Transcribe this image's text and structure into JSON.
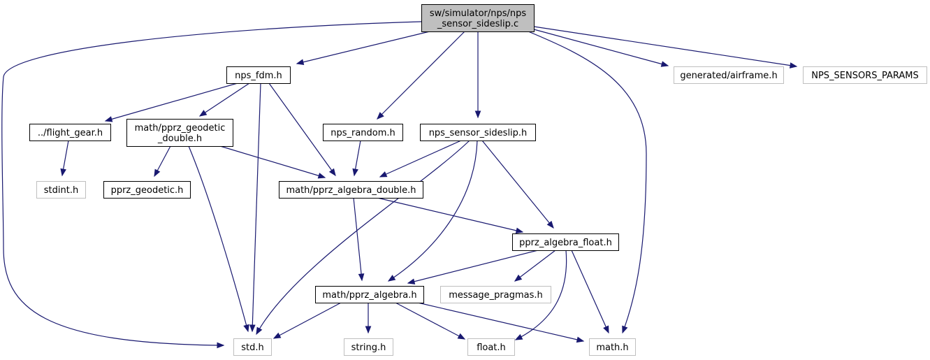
{
  "graph": {
    "colors": {
      "root_fill": "#bfbfbf",
      "documented_border": "#000000",
      "external_border": "#bfbfbf",
      "node_fill": "#ffffff",
      "edge": "#191970"
    },
    "nodes": [
      {
        "id": "root",
        "label": [
          "sw/simulator/nps/nps",
          "_sensor_sideslip.c"
        ],
        "kind": "root"
      },
      {
        "id": "nps_fdm",
        "label": [
          "nps_fdm.h"
        ],
        "kind": "documented"
      },
      {
        "id": "flight_gear",
        "label": [
          "../flight_gear.h"
        ],
        "kind": "documented"
      },
      {
        "id": "pprz_geodetic_double",
        "label": [
          "math/pprz_geodetic",
          "_double.h"
        ],
        "kind": "documented"
      },
      {
        "id": "nps_random",
        "label": [
          "nps_random.h"
        ],
        "kind": "documented"
      },
      {
        "id": "nps_sensor_sideslip_h",
        "label": [
          "nps_sensor_sideslip.h"
        ],
        "kind": "documented"
      },
      {
        "id": "generated_airframe",
        "label": [
          "generated/airframe.h"
        ],
        "kind": "external"
      },
      {
        "id": "nps_sensors_params",
        "label": [
          "NPS_SENSORS_PARAMS"
        ],
        "kind": "external"
      },
      {
        "id": "stdint",
        "label": [
          "stdint.h"
        ],
        "kind": "external"
      },
      {
        "id": "pprz_geodetic",
        "label": [
          "pprz_geodetic.h"
        ],
        "kind": "documented"
      },
      {
        "id": "pprz_algebra_double",
        "label": [
          "math/pprz_algebra_double.h"
        ],
        "kind": "documented"
      },
      {
        "id": "pprz_algebra_float",
        "label": [
          "pprz_algebra_float.h"
        ],
        "kind": "documented"
      },
      {
        "id": "pprz_algebra",
        "label": [
          "math/pprz_algebra.h"
        ],
        "kind": "documented"
      },
      {
        "id": "message_pragmas",
        "label": [
          "message_pragmas.h"
        ],
        "kind": "external"
      },
      {
        "id": "std_h",
        "label": [
          "std.h"
        ],
        "kind": "external"
      },
      {
        "id": "string_h",
        "label": [
          "string.h"
        ],
        "kind": "external"
      },
      {
        "id": "float_h",
        "label": [
          "float.h"
        ],
        "kind": "external"
      },
      {
        "id": "math_h",
        "label": [
          "math.h"
        ],
        "kind": "external"
      }
    ],
    "edges": [
      {
        "from": "root",
        "to": "std_h"
      },
      {
        "from": "root",
        "to": "nps_fdm"
      },
      {
        "from": "root",
        "to": "nps_random"
      },
      {
        "from": "root",
        "to": "nps_sensor_sideslip_h"
      },
      {
        "from": "root",
        "to": "generated_airframe"
      },
      {
        "from": "root",
        "to": "nps_sensors_params"
      },
      {
        "from": "root",
        "to": "math_h"
      },
      {
        "from": "nps_fdm",
        "to": "flight_gear"
      },
      {
        "from": "nps_fdm",
        "to": "pprz_geodetic_double"
      },
      {
        "from": "nps_fdm",
        "to": "std_h"
      },
      {
        "from": "nps_fdm",
        "to": "pprz_algebra_double"
      },
      {
        "from": "flight_gear",
        "to": "stdint"
      },
      {
        "from": "pprz_geodetic_double",
        "to": "pprz_geodetic"
      },
      {
        "from": "pprz_geodetic_double",
        "to": "pprz_algebra_double"
      },
      {
        "from": "pprz_geodetic_double",
        "to": "std_h"
      },
      {
        "from": "nps_random",
        "to": "pprz_algebra_double"
      },
      {
        "from": "nps_sensor_sideslip_h",
        "to": "pprz_algebra_double"
      },
      {
        "from": "nps_sensor_sideslip_h",
        "to": "std_h"
      },
      {
        "from": "nps_sensor_sideslip_h",
        "to": "pprz_algebra"
      },
      {
        "from": "nps_sensor_sideslip_h",
        "to": "pprz_algebra_float"
      },
      {
        "from": "pprz_algebra_double",
        "to": "pprz_algebra_float"
      },
      {
        "from": "pprz_algebra_double",
        "to": "pprz_algebra"
      },
      {
        "from": "pprz_algebra_float",
        "to": "pprz_algebra"
      },
      {
        "from": "pprz_algebra_float",
        "to": "message_pragmas"
      },
      {
        "from": "pprz_algebra_float",
        "to": "float_h"
      },
      {
        "from": "pprz_algebra_float",
        "to": "math_h"
      },
      {
        "from": "pprz_algebra",
        "to": "std_h"
      },
      {
        "from": "pprz_algebra",
        "to": "string_h"
      },
      {
        "from": "pprz_algebra",
        "to": "float_h"
      },
      {
        "from": "pprz_algebra",
        "to": "math_h"
      }
    ]
  }
}
